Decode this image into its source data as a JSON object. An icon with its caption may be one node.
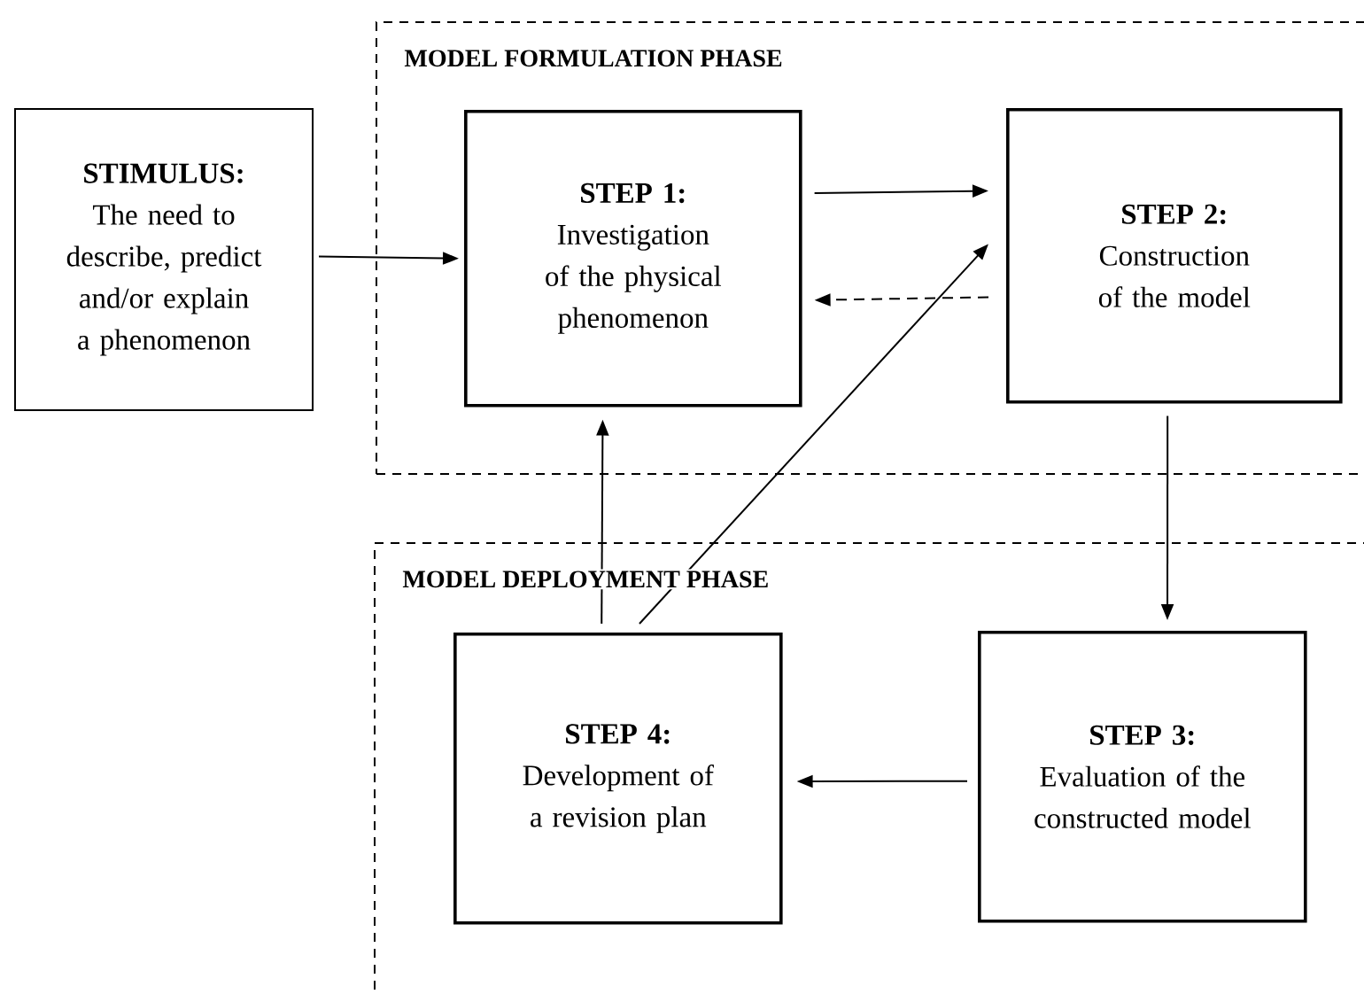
{
  "diagram": {
    "nodes": [
      {
        "text": [
          "STIMULUS:",
          "The need to describe, predict and/or explain a phenomenon"
        ]
      },
      {
        "text": [
          "MODEL FORMULATION PHASE"
        ]
      },
      {
        "text": [
          "STEP 1:",
          "Investigation of the physical phenomenon"
        ],
        "in": 1
      },
      {
        "text": [
          "STEP 2:",
          "Construction of the model"
        ],
        "in": 1
      },
      {
        "text": [
          "MODEL DEPLOYMENT PHASE"
        ]
      },
      {
        "text": [
          "STEP 4:",
          "Development of a revision plan"
        ],
        "in": 4
      },
      {
        "text": [
          "STEP 3:",
          "Evaluation of the constructed model"
        ],
        "in": 4
      }
    ],
    "edges": [
      {
        "from": 0,
        "to": 2,
        "arrow": "to"
      },
      {
        "from": 2,
        "to": 3,
        "arrow": "to"
      },
      {
        "from": 3,
        "to": 2,
        "arrow": "to",
        "style": "dashed"
      },
      {
        "from": 5,
        "to": 2,
        "arrow": "to"
      },
      {
        "from": 5,
        "to": 3,
        "arrow": "to"
      },
      {
        "from": 3,
        "to": 6,
        "arrow": "to"
      },
      {
        "from": 6,
        "to": 5,
        "arrow": "to"
      }
    ]
  }
}
